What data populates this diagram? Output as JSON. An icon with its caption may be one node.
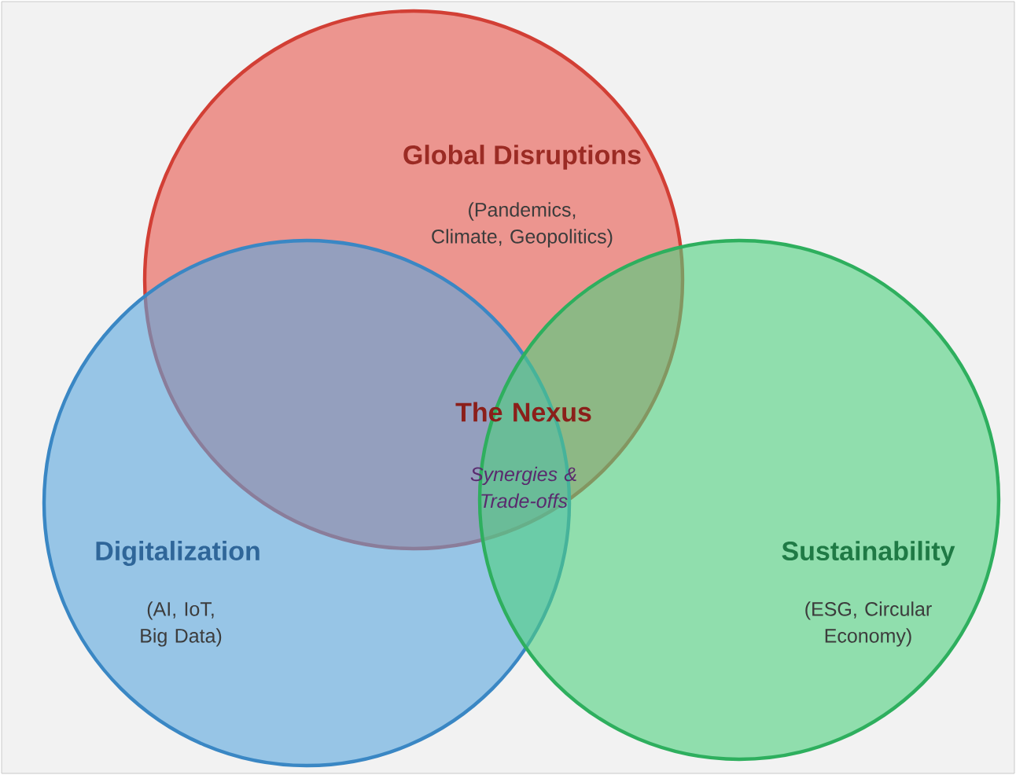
{
  "diagram": {
    "nodes": [
      {
        "text": [
          "Global Disruptions",
          "(Pandemics, Climate, Geopolitics)"
        ]
      },
      {
        "text": [
          "Digitalization",
          "(AI, IoT, Big Data)"
        ]
      },
      {
        "text": [
          "Sustainability",
          "(ESG, Circular Economy)"
        ]
      }
    ],
    "labels": [
      "The Nexus",
      "Synergies & Trade-offs"
    ]
  }
}
